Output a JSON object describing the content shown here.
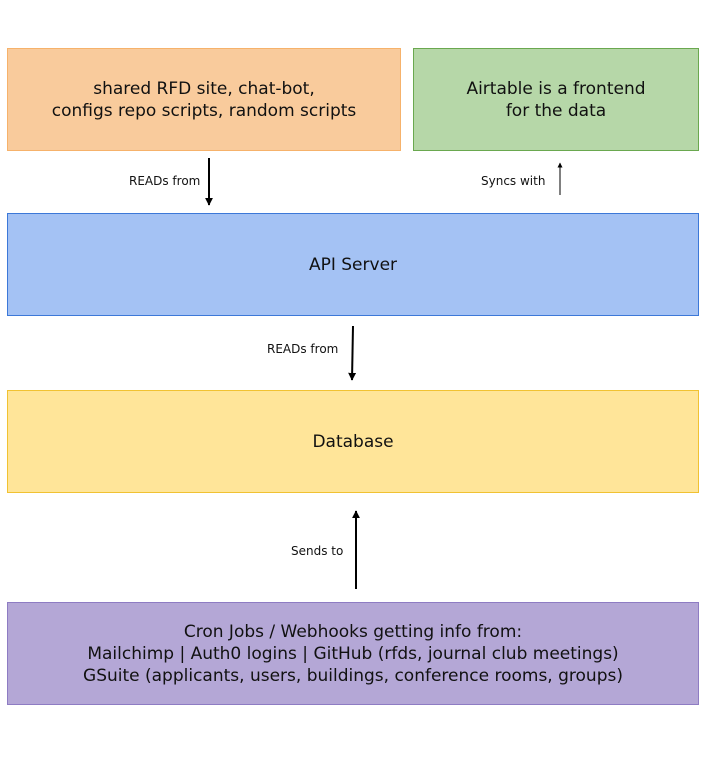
{
  "nodes": {
    "clients": {
      "lines": [
        "shared RFD site, chat-bot,",
        "configs repo scripts, random scripts"
      ],
      "fill": "#f9cb9c",
      "stroke": "#f6b26b"
    },
    "airtable": {
      "lines": [
        "Airtable is a frontend",
        "for the data"
      ],
      "fill": "#b6d7a8",
      "stroke": "#6aa84f"
    },
    "api_server": {
      "lines": [
        "API Server"
      ],
      "fill": "#a4c2f4",
      "stroke": "#3c78d8"
    },
    "database": {
      "lines": [
        "Database"
      ],
      "fill": "#ffe599",
      "stroke": "#f1c232"
    },
    "cron_jobs": {
      "lines": [
        "Cron Jobs / Webhooks getting info from:",
        "Mailchimp | Auth0 logins | GitHub (rfds, journal club meetings)",
        "GSuite (applicants, users, buildings, conference rooms, groups)"
      ],
      "fill": "#b4a7d6",
      "stroke": "#8e7cc3"
    }
  },
  "edges": [
    {
      "from": "clients",
      "to": "api_server",
      "label": "READs from"
    },
    {
      "from": "api_server",
      "to": "airtable",
      "label": "Syncs with"
    },
    {
      "from": "api_server",
      "to": "database",
      "label": "READs from"
    },
    {
      "from": "cron_jobs",
      "to": "database",
      "label": "Sends to"
    }
  ]
}
